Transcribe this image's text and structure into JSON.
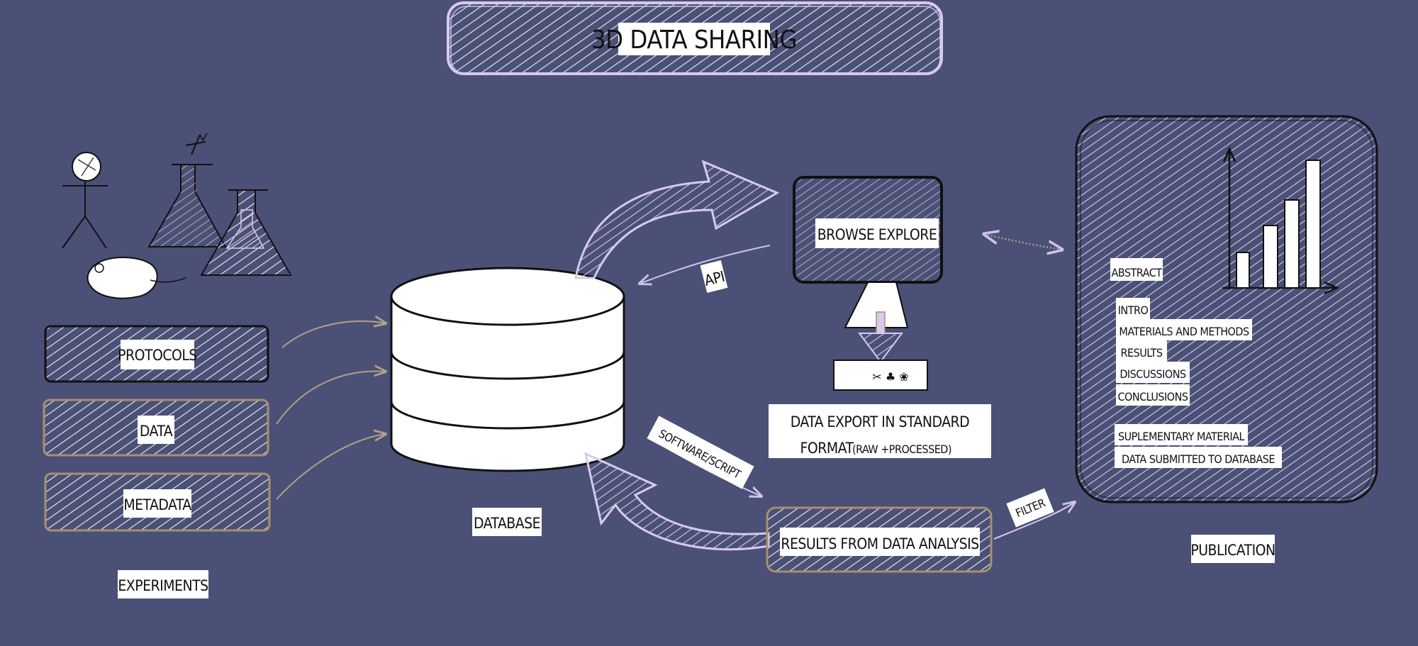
{
  "title": "3D DATA SHARING",
  "experiments": {
    "label": "EXPERIMENTS",
    "boxes": [
      "PROTOCOLS",
      "DATA",
      "METADATA"
    ]
  },
  "database": {
    "label": "DATABASE"
  },
  "browse": {
    "label": "BROWSE EXPLORE"
  },
  "api_label": "API",
  "software_label": "SOFTWARE/SCRIPT",
  "export": {
    "line1": "DATA EXPORT IN STANDARD",
    "line2_main": "FORMAT",
    "line2_sub": "(RAW +PROCESSED)"
  },
  "results": {
    "label": "RESULTS FROM DATA ANALYSIS"
  },
  "filter_label": "FILTER",
  "publication": {
    "label": "PUBLICATION",
    "sections": [
      "ABSTRACT",
      "INTRO",
      "MATERIALS AND METHODS",
      "RESULTS",
      "DISCUSSIONS",
      "CONCLUSIONS"
    ],
    "supplementary": [
      "SUPLEMENTARY MATERIAL",
      "DATA SUBMITTED TO DATABASE"
    ]
  },
  "colors": {
    "background": "#4b5076",
    "lavender": "#d9c9ef",
    "tan": "#a89070",
    "white": "#ffffff",
    "ink": "#111111"
  }
}
